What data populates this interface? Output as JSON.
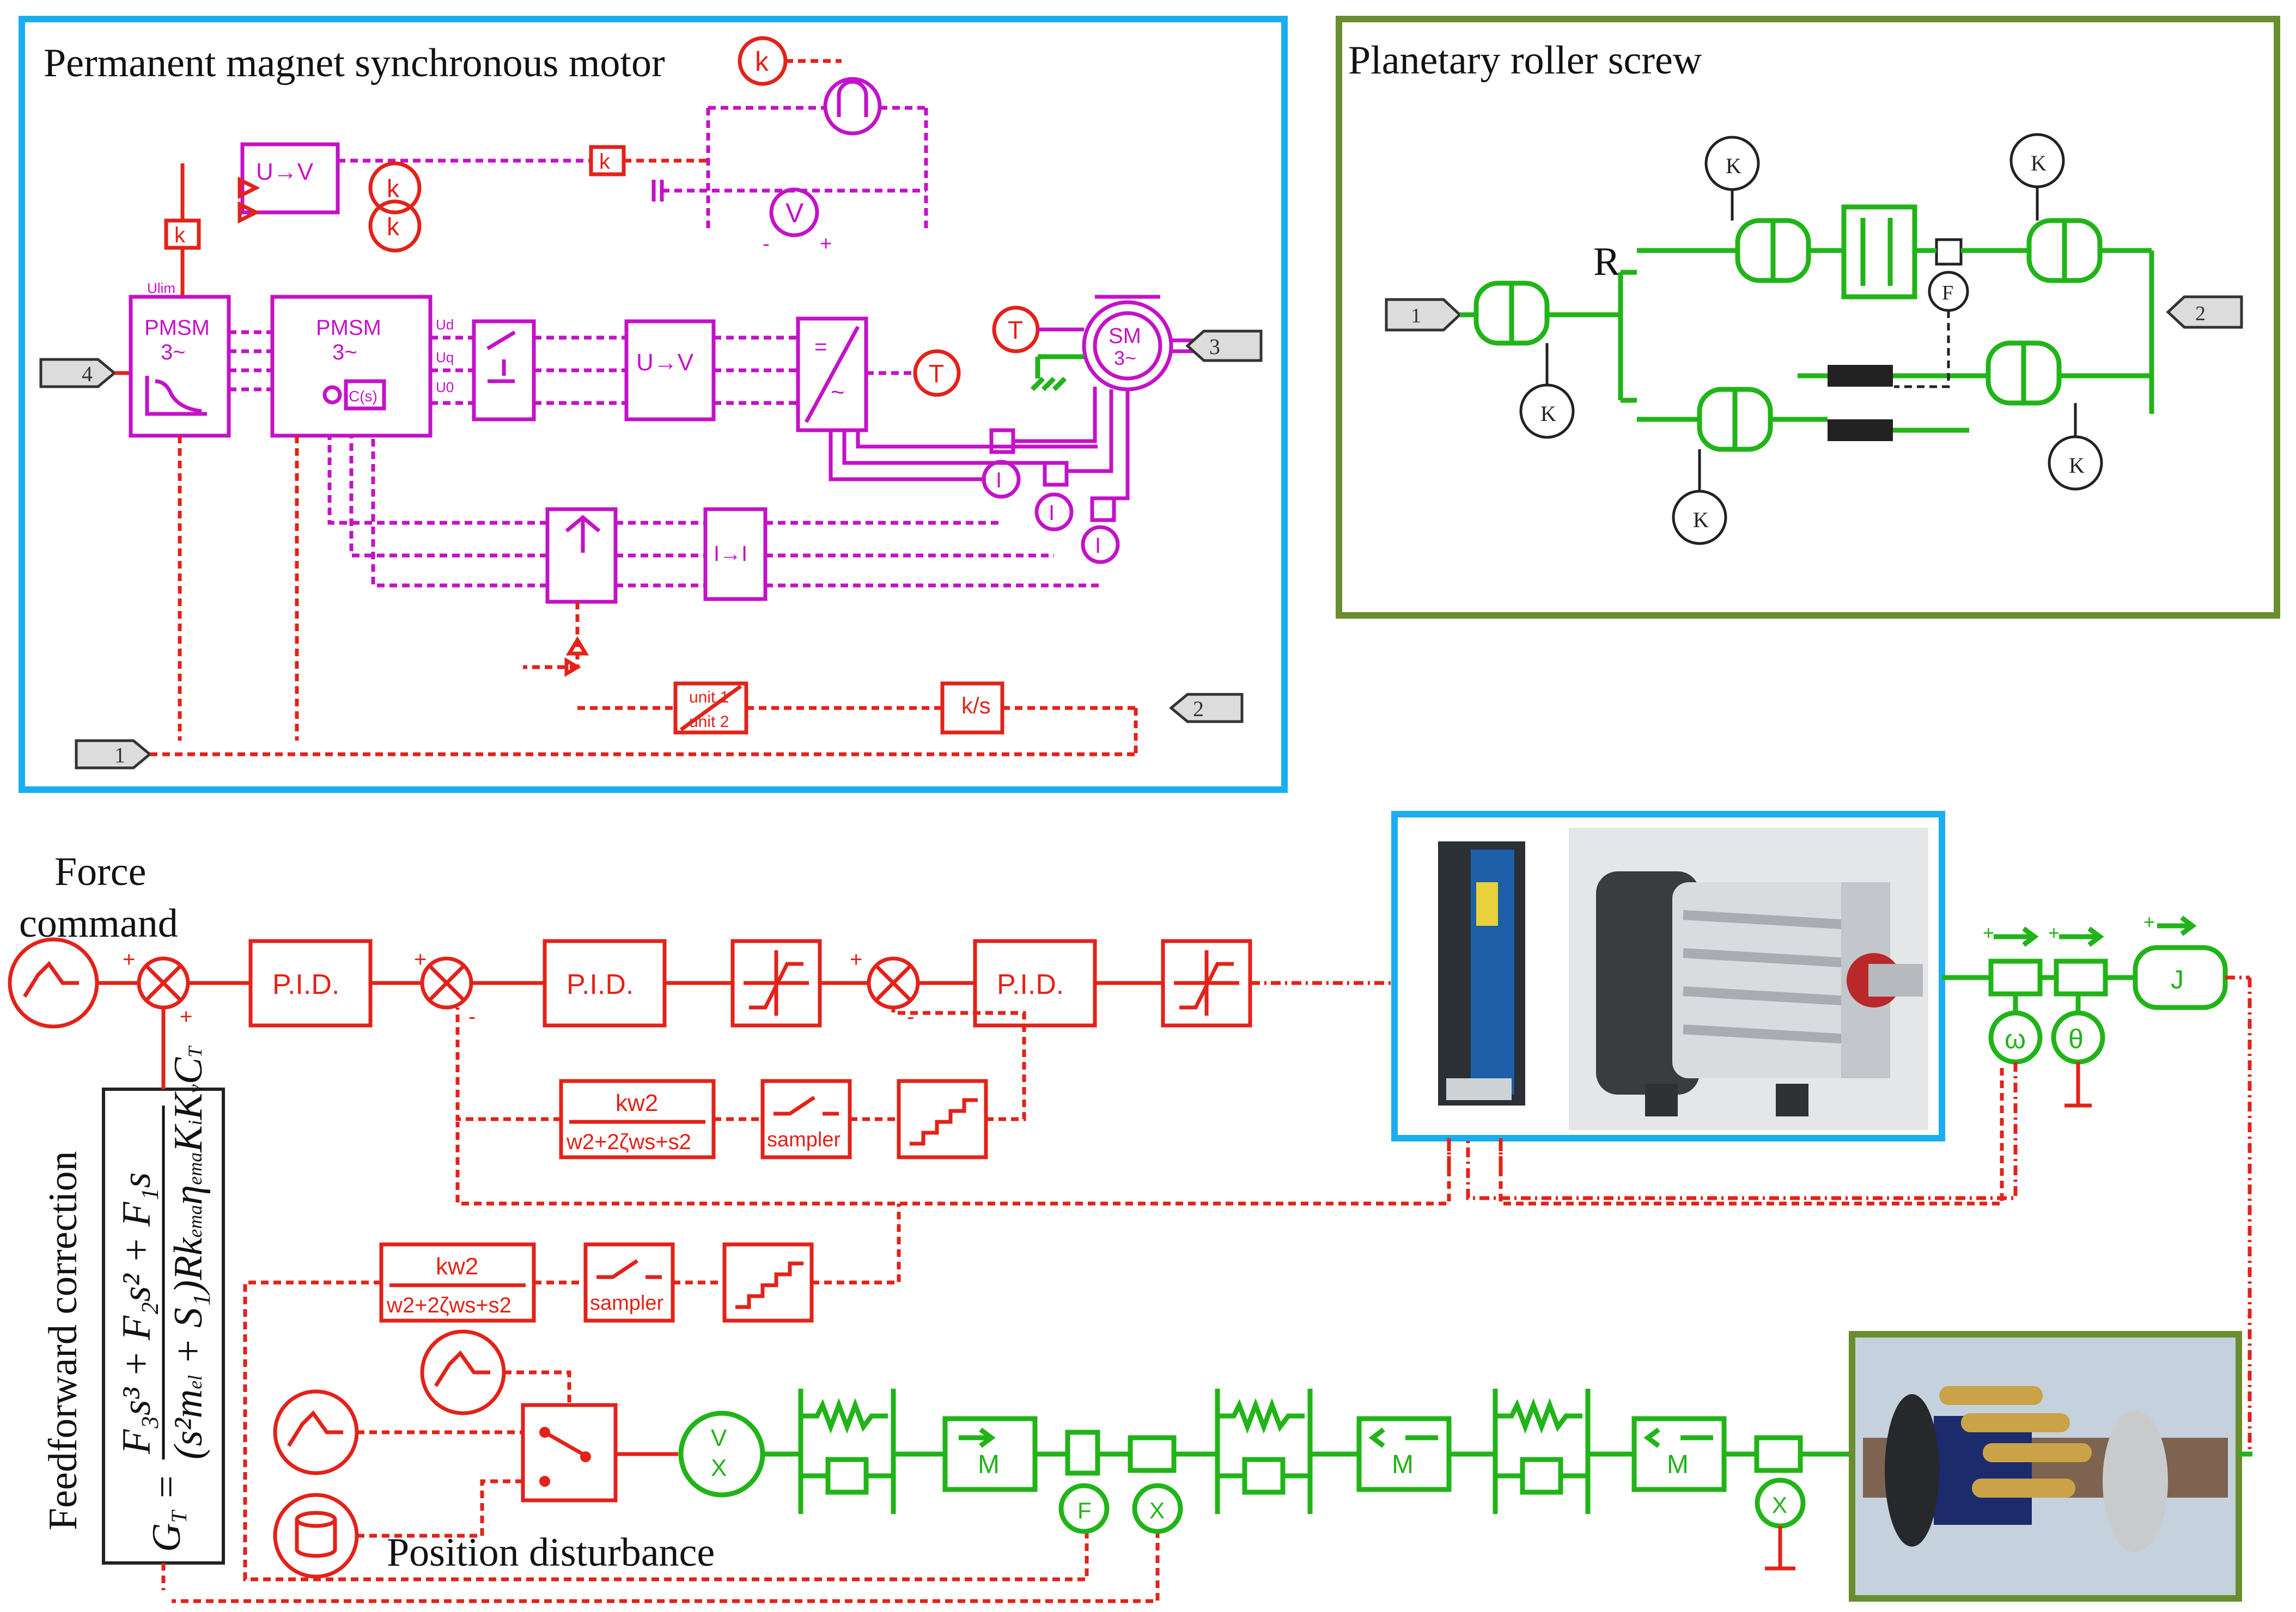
{
  "panels": {
    "pmsm": {
      "title": "Permanent magnet synchronous motor"
    },
    "prs": {
      "title": "Planetary roller screw"
    }
  },
  "labels": {
    "force_command": "Force\ncommand",
    "feedforward": "Feedforward correction",
    "position_disturbance": "Position disturbance",
    "formula_lhs": "G",
    "formula_sub": "T",
    "formula_num": "F3s3 + F2s2 + F1s",
    "formula_den": "(s2mel + S1)Rkema ηema KiKv CT"
  },
  "blocks": {
    "pid": "P.I.D.",
    "sampler": "sampler",
    "tf_num": "kw2",
    "tf_den": "w2+2ζws+s2",
    "pmsm_lbl": "PMSM",
    "pmsm_sub": "3~",
    "sm_lbl": "SM",
    "sm_sub": "3~",
    "uv": "U→V",
    "cs": "C(s)",
    "unit_top": "unit 1",
    "unit_bot": "unit 2",
    "ks": "k/s",
    "k": "k",
    "k_cap": "K",
    "mass": "M",
    "t": "T",
    "i": "I",
    "v": "V",
    "omega": "ω",
    "theta": "θ",
    "f": "F",
    "x": "X",
    "r": "R",
    "ulim": "Ulim",
    "ud": "Ud",
    "uq": "Uq",
    "u0": "U0"
  },
  "ports": {
    "p1": "1",
    "p2": "2",
    "p3": "3",
    "p4": "4"
  },
  "colors": {
    "red": "#e32219",
    "magenta": "#c312c8",
    "green": "#21b418",
    "blue_frame": "#1aaef0",
    "green_frame": "#6a8d2e"
  }
}
